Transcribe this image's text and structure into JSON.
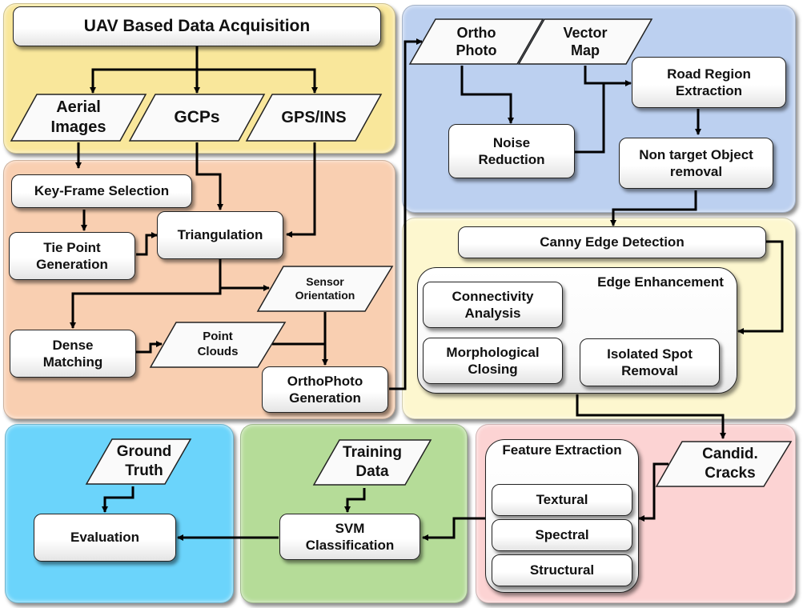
{
  "diagram": {
    "panels": {
      "acquisition": {
        "color": "#f9e79b"
      },
      "photogrammetry": {
        "color": "#f9cfb1"
      },
      "preprocessing": {
        "color": "#bcd0f0"
      },
      "edge": {
        "color": "#fdf7cf"
      },
      "features": {
        "color": "#fcd3d3"
      },
      "classification": {
        "color": "#b5dc98"
      },
      "evaluation": {
        "color": "#6bd4fb"
      }
    },
    "nodes": {
      "uav": "UAV Based Data Acquisition",
      "aerial": "Aerial Images",
      "gcps": "GCPs",
      "gps": "GPS/INS",
      "keyframe": "Key-Frame Selection",
      "tiepoint": "Tie Point Generation",
      "triangulation": "Triangulation",
      "sensor": "Sensor Orientation",
      "dense": "Dense Matching",
      "pointclouds": "Point Clouds",
      "orthogen": "OrthoPhoto Generation",
      "orthophoto": "Ortho Photo",
      "vectormap": "Vector Map",
      "roadregion": "Road Region Extraction",
      "noise": "Noise Reduction",
      "nontarget": "Non target Object removal",
      "canny": "Canny Edge Detection",
      "edge_group": "Edge Enhancement",
      "connectivity": "Connectivity Analysis",
      "morph": "Morphological Closing",
      "isolated": "Isolated Spot Removal",
      "candid": "Candid. Cracks",
      "feature_group": "Feature Extraction",
      "textural": "Textural",
      "spectral": "Spectral",
      "structural": "Structural",
      "training": "Training Data",
      "svm": "SVM Classification",
      "groundtruth": "Ground Truth",
      "evaluation": "Evaluation"
    }
  }
}
